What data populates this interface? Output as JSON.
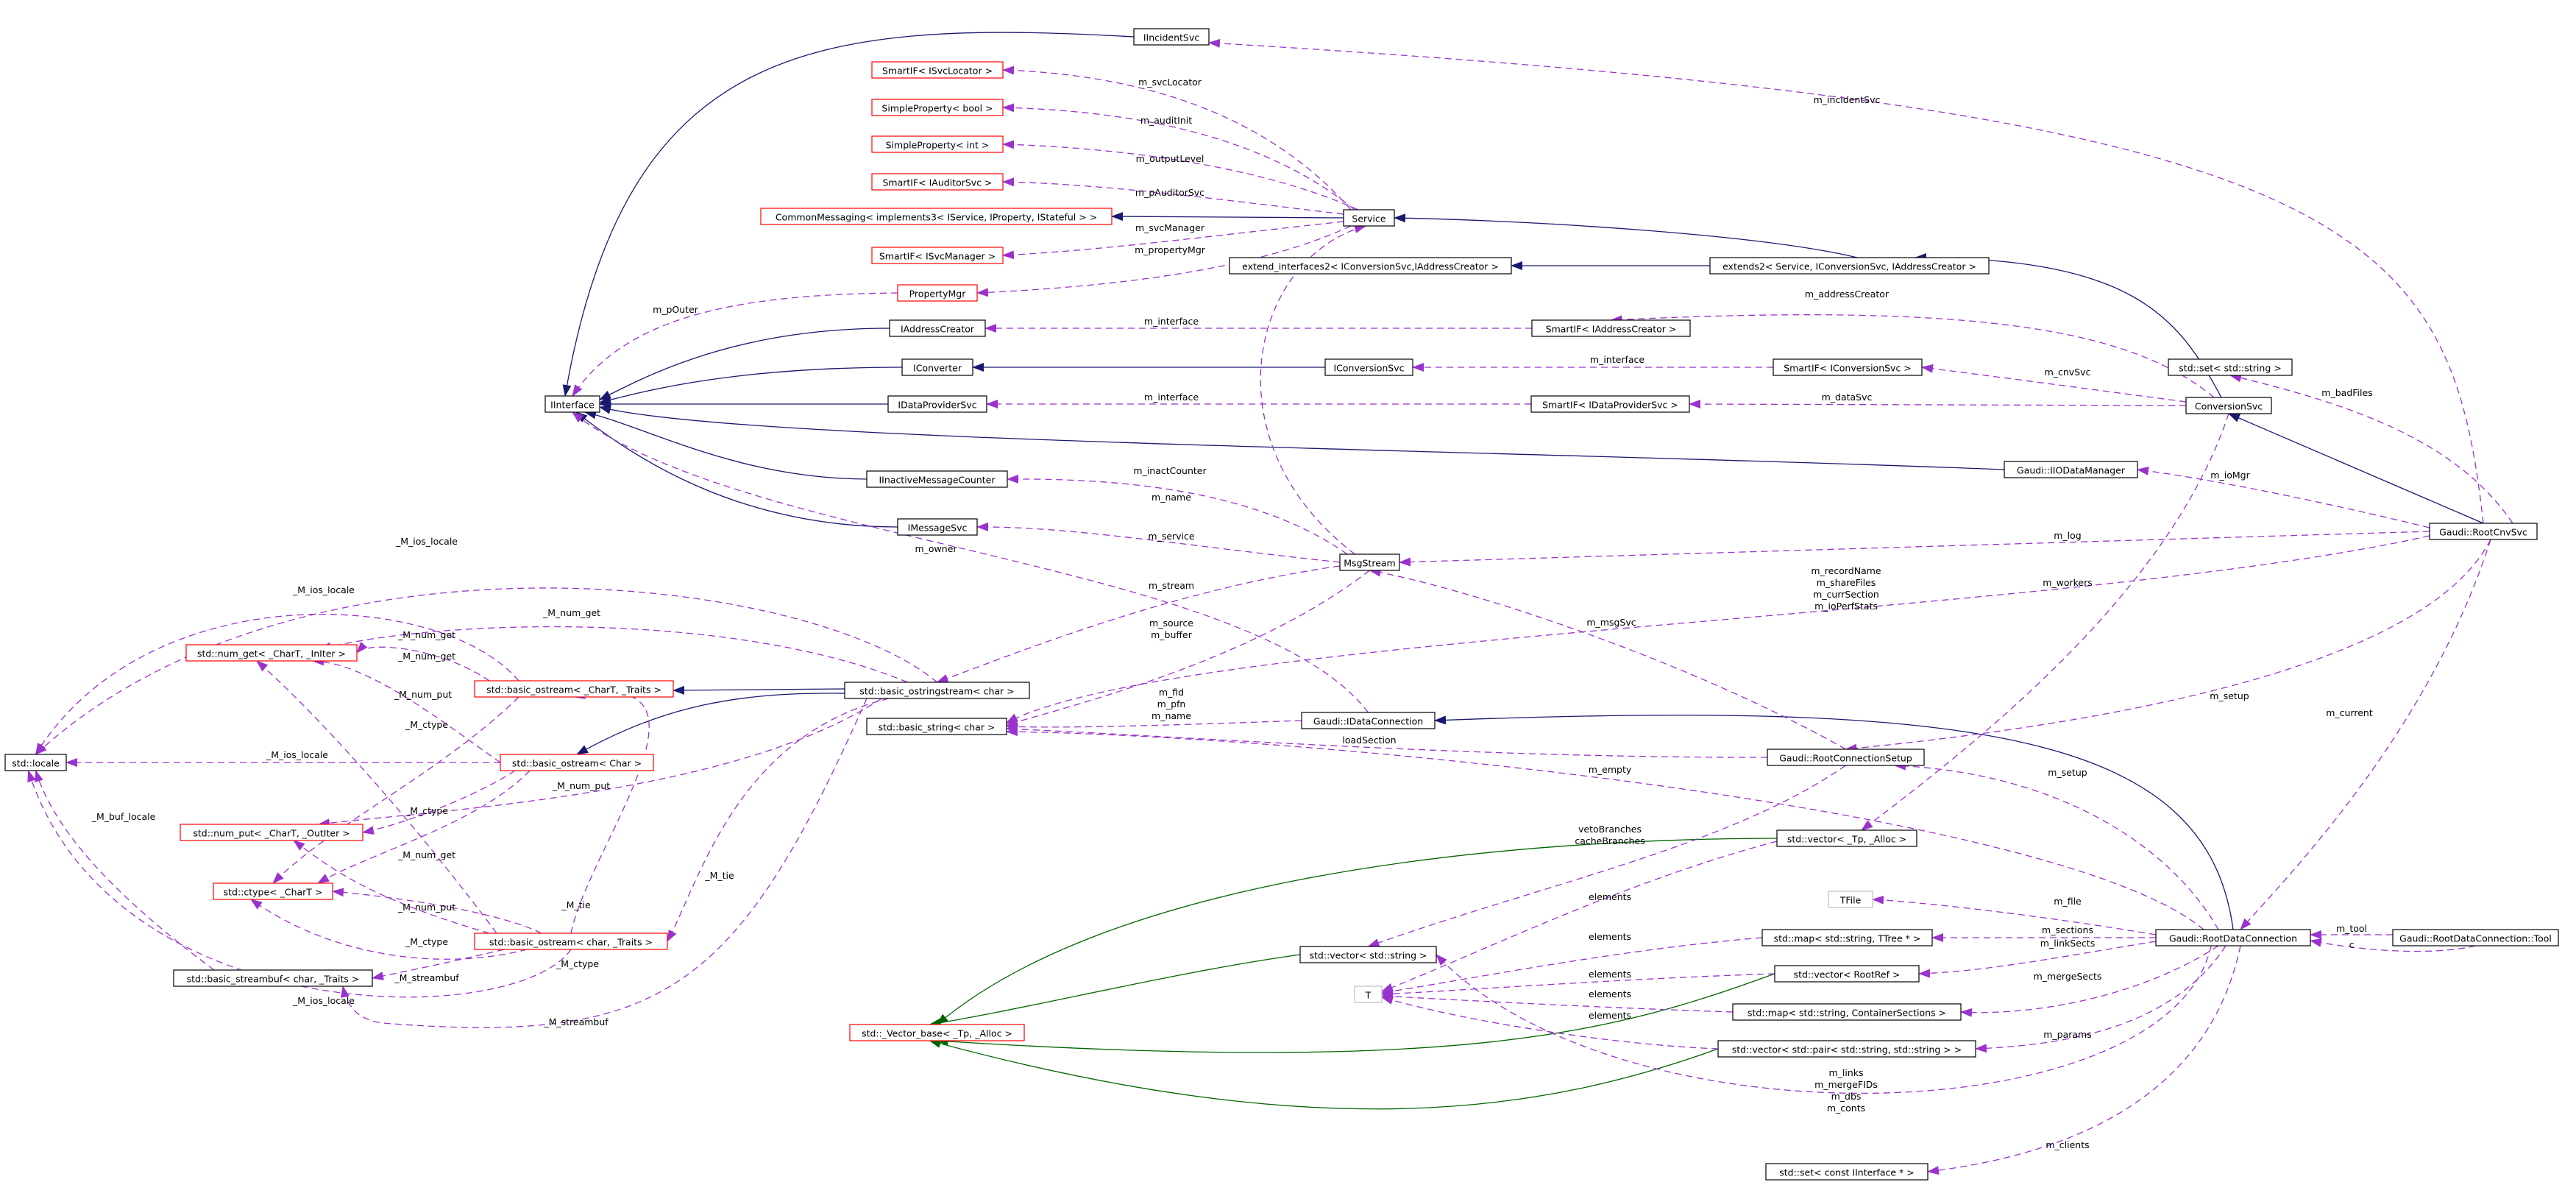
{
  "colors": {
    "normal_border": "#000000",
    "template_border": "#ff0000",
    "undocumented_border": "#bfbfbf",
    "selected_fill": "#bfbfbf",
    "inherit_edge": "#191970",
    "usage_edge": "#9a32cd",
    "template_edge": "#006400"
  },
  "nodes": [
    {
      "id": "iincidentsvc",
      "label": "IIncidentSvc",
      "type": "normal"
    },
    {
      "id": "smartif_isvclocator",
      "label": "SmartIF< ISvcLocator >",
      "type": "template"
    },
    {
      "id": "simpleprop_bool",
      "label": "SimpleProperty< bool >",
      "type": "template"
    },
    {
      "id": "simpleprop_int",
      "label": "SimpleProperty< int >",
      "type": "template"
    },
    {
      "id": "smartif_iauditorsvc",
      "label": "SmartIF< IAuditorSvc >",
      "type": "template"
    },
    {
      "id": "commonmessaging",
      "label": "CommonMessaging< implements3< IService, IProperty, IStateful > >",
      "type": "template"
    },
    {
      "id": "service",
      "label": "Service",
      "type": "normal"
    },
    {
      "id": "smartif_isvcmanager",
      "label": "SmartIF< ISvcManager >",
      "type": "template"
    },
    {
      "id": "propertymgr",
      "label": "PropertyMgr",
      "type": "template"
    },
    {
      "id": "extend_interfaces2",
      "label": "extend_interfaces2< IConversionSvc,IAddressCreator >",
      "type": "normal"
    },
    {
      "id": "extends2",
      "label": "extends2< Service, IConversionSvc, IAddressCreator >",
      "type": "normal"
    },
    {
      "id": "iaddresscreator",
      "label": "IAddressCreator",
      "type": "normal"
    },
    {
      "id": "smartif_iaddresscreator",
      "label": "SmartIF< IAddressCreator >",
      "type": "normal"
    },
    {
      "id": "iconverter",
      "label": "IConverter",
      "type": "normal"
    },
    {
      "id": "iconversionsvc",
      "label": "IConversionSvc",
      "type": "normal"
    },
    {
      "id": "smartif_iconversionsvc",
      "label": "SmartIF< IConversionSvc >",
      "type": "normal"
    },
    {
      "id": "std_set_string",
      "label": "std::set< std::string >",
      "type": "normal"
    },
    {
      "id": "iinterface",
      "label": "IInterface",
      "type": "normal"
    },
    {
      "id": "idataprovidersvc",
      "label": "IDataProviderSvc",
      "type": "normal"
    },
    {
      "id": "smartif_idataprovidersvc",
      "label": "SmartIF< IDataProviderSvc >",
      "type": "normal"
    },
    {
      "id": "conversionsvc",
      "label": "ConversionSvc",
      "type": "normal"
    },
    {
      "id": "iiodatamanager",
      "label": "Gaudi::IIODataManager",
      "type": "normal"
    },
    {
      "id": "iinactivemessagecounter",
      "label": "IInactiveMessageCounter",
      "type": "normal"
    },
    {
      "id": "rootcnvsvc",
      "label": "Gaudi::RootCnvSvc",
      "type": "selected"
    },
    {
      "id": "imessagesvc",
      "label": "IMessageSvc",
      "type": "normal"
    },
    {
      "id": "msgstream",
      "label": "MsgStream",
      "type": "normal"
    },
    {
      "id": "std_num_get",
      "label": "std::num_get< _CharT, _InIter >",
      "type": "template"
    },
    {
      "id": "std_basic_ostream_traits",
      "label": "std::basic_ostream< _CharT, _Traits >",
      "type": "template"
    },
    {
      "id": "std_basic_ostringstream",
      "label": "std::basic_ostringstream< char >",
      "type": "normal"
    },
    {
      "id": "std_basic_string",
      "label": "std::basic_string< char >",
      "type": "normal"
    },
    {
      "id": "idataconnection",
      "label": "Gaudi::IDataConnection",
      "type": "normal"
    },
    {
      "id": "std_locale",
      "label": "std::locale",
      "type": "normal"
    },
    {
      "id": "std_basic_ostream_char",
      "label": "std::basic_ostream< Char >",
      "type": "template"
    },
    {
      "id": "rootconnectionsetup",
      "label": "Gaudi::RootConnectionSetup",
      "type": "normal"
    },
    {
      "id": "std_num_put",
      "label": "std::num_put< _CharT, _OutIter >",
      "type": "template"
    },
    {
      "id": "std_vector_tp",
      "label": "std::vector< _Tp, _Alloc >",
      "type": "normal"
    },
    {
      "id": "std_ctype",
      "label": "std::ctype< _CharT >",
      "type": "template"
    },
    {
      "id": "tfile",
      "label": "TFile",
      "type": "undocumented"
    },
    {
      "id": "std_basic_ostream_char_traits",
      "label": "std::basic_ostream< char, _Traits >",
      "type": "template"
    },
    {
      "id": "std_map_ttree",
      "label": "std::map< std::string, TTree * >",
      "type": "normal"
    },
    {
      "id": "rootdataconnection",
      "label": "Gaudi::RootDataConnection",
      "type": "normal"
    },
    {
      "id": "rootdataconnection_tool",
      "label": "Gaudi::RootDataConnection::Tool",
      "type": "normal"
    },
    {
      "id": "std_vector_string",
      "label": "std::vector< std::string >",
      "type": "normal"
    },
    {
      "id": "std_basic_streambuf",
      "label": "std::basic_streambuf< char, _Traits >",
      "type": "normal"
    },
    {
      "id": "t_param",
      "label": "T",
      "type": "undocumented"
    },
    {
      "id": "std_vector_rootref",
      "label": "std::vector< RootRef >",
      "type": "normal"
    },
    {
      "id": "std_map_containersections",
      "label": "std::map< std::string, ContainerSections >",
      "type": "normal"
    },
    {
      "id": "std_vector_base",
      "label": "std::_Vector_base< _Tp, _Alloc >",
      "type": "template"
    },
    {
      "id": "std_vector_pair",
      "label": "std::vector< std::pair< std::string, std::string > >",
      "type": "normal"
    },
    {
      "id": "std_set_iinterface",
      "label": "std::set< const IInterface * >",
      "type": "normal"
    }
  ],
  "edge_labels": [
    {
      "id": "l_m_incidentsvc",
      "text": "m_incidentSvc"
    },
    {
      "id": "l_m_svclocator",
      "text": "m_svcLocator"
    },
    {
      "id": "l_m_auditinit",
      "text": "m_auditInit"
    },
    {
      "id": "l_m_outputlevel",
      "text": "m_outputLevel"
    },
    {
      "id": "l_m_pauditorsvc",
      "text": "m_pAuditorSvc"
    },
    {
      "id": "l_m_svcmanager",
      "text": "m_svcManager"
    },
    {
      "id": "l_m_propertymgr",
      "text": "m_propertyMgr"
    },
    {
      "id": "l_m_pouter",
      "text": "m_pOuter"
    },
    {
      "id": "l_m_addresscreator",
      "text": "m_addressCreator"
    },
    {
      "id": "l_m_interface_1",
      "text": "m_interface"
    },
    {
      "id": "l_m_interface_2",
      "text": "m_interface"
    },
    {
      "id": "l_m_cnvsvc",
      "text": "m_cnvSvc"
    },
    {
      "id": "l_m_badfiles",
      "text": "m_badFiles"
    },
    {
      "id": "l_m_interface_3",
      "text": "m_interface"
    },
    {
      "id": "l_m_datasvc",
      "text": "m_dataSvc"
    },
    {
      "id": "l_m_inactcounter",
      "text": "m_inactCounter"
    },
    {
      "id": "l_m_iomgr",
      "text": "m_ioMgr"
    },
    {
      "id": "l_m_name",
      "text": "m_name"
    },
    {
      "id": "l_m_service",
      "text": "m_service"
    },
    {
      "id": "l_m_log",
      "text": "m_log"
    },
    {
      "id": "l_m_owner",
      "text": "m_owner"
    },
    {
      "id": "l_m_ios_locale_1",
      "text": "_M_ios_locale"
    },
    {
      "id": "l_m_ios_locale_2",
      "text": "_M_ios_locale"
    },
    {
      "id": "l_m_num_get_1",
      "text": "_M_num_get"
    },
    {
      "id": "l_m_num_get_2",
      "text": "_M_num_get"
    },
    {
      "id": "l_m_num_get_3",
      "text": "_M_num_get"
    },
    {
      "id": "l_m_stream",
      "text": "m_stream"
    },
    {
      "id": "l_m_recordname",
      "text": "m_recordName"
    },
    {
      "id": "l_m_sharefiles",
      "text": "m_shareFiles"
    },
    {
      "id": "l_m_cursection",
      "text": "m_currSection"
    },
    {
      "id": "l_m_ioperfstats",
      "text": "m_ioPerfStats"
    },
    {
      "id": "l_m_workers",
      "text": "m_workers"
    },
    {
      "id": "l_m_msgsvc",
      "text": "m_msgSvc"
    },
    {
      "id": "l_m_source",
      "text": "m_source"
    },
    {
      "id": "l_m_buffer",
      "text": "m_buffer"
    },
    {
      "id": "l_m_num_put_1",
      "text": "_M_num_put"
    },
    {
      "id": "l_m_ctype_1",
      "text": "_M_ctype"
    },
    {
      "id": "l_m_fid",
      "text": "m_fid"
    },
    {
      "id": "l_m_pfn",
      "text": "m_pfn"
    },
    {
      "id": "l_m_name_2",
      "text": "m_name"
    },
    {
      "id": "l_m_setup_1",
      "text": "m_setup"
    },
    {
      "id": "l_m_current",
      "text": "m_current"
    },
    {
      "id": "l_loadsection",
      "text": "loadSection"
    },
    {
      "id": "l_m_ios_locale_3",
      "text": "_M_ios_locale"
    },
    {
      "id": "l_m_empty",
      "text": "m_empty"
    },
    {
      "id": "l_m_setup_2",
      "text": "m_setup"
    },
    {
      "id": "l_m_num_put_2",
      "text": "_M_num_put"
    },
    {
      "id": "l_m_ctype_2",
      "text": "_M_ctype"
    },
    {
      "id": "l_m_buf_locale",
      "text": "_M_buf_locale"
    },
    {
      "id": "l_vetobranches",
      "text": "vetoBranches"
    },
    {
      "id": "l_cachebranches",
      "text": "cacheBranches"
    },
    {
      "id": "l_m_num_get_4",
      "text": "_M_num_get"
    },
    {
      "id": "l_m_tie_1",
      "text": "_M_tie"
    },
    {
      "id": "l_elements_1",
      "text": "elements"
    },
    {
      "id": "l_m_tie_2",
      "text": "_M_tie"
    },
    {
      "id": "l_m_file",
      "text": "m_file"
    },
    {
      "id": "l_m_num_put_3",
      "text": "_M_num_put"
    },
    {
      "id": "l_elements_2",
      "text": "elements"
    },
    {
      "id": "l_m_sections",
      "text": "m_sections"
    },
    {
      "id": "l_m_tool",
      "text": "m_tool"
    },
    {
      "id": "l_m_linksects",
      "text": "m_linkSects"
    },
    {
      "id": "l_c",
      "text": "c"
    },
    {
      "id": "l_m_ctype_3",
      "text": "_M_ctype"
    },
    {
      "id": "l_m_ctype_4",
      "text": "_M_ctype"
    },
    {
      "id": "l_m_streambuf_1",
      "text": "_M_streambuf"
    },
    {
      "id": "l_elements_3",
      "text": "elements"
    },
    {
      "id": "l_m_mergesects",
      "text": "m_mergeSects"
    },
    {
      "id": "l_m_ios_locale_4",
      "text": "_M_ios_locale"
    },
    {
      "id": "l_elements_4",
      "text": "elements"
    },
    {
      "id": "l_m_streambuf_2",
      "text": "_M_streambuf"
    },
    {
      "id": "l_elements_5",
      "text": "elements"
    },
    {
      "id": "l_m_params",
      "text": "m_params"
    },
    {
      "id": "l_m_links",
      "text": "m_links"
    },
    {
      "id": "l_m_mergefids",
      "text": "m_mergeFIDs"
    },
    {
      "id": "l_m_dbs",
      "text": "m_dbs"
    },
    {
      "id": "l_m_conts",
      "text": "m_conts"
    },
    {
      "id": "l_m_clients",
      "text": "m_clients"
    }
  ]
}
